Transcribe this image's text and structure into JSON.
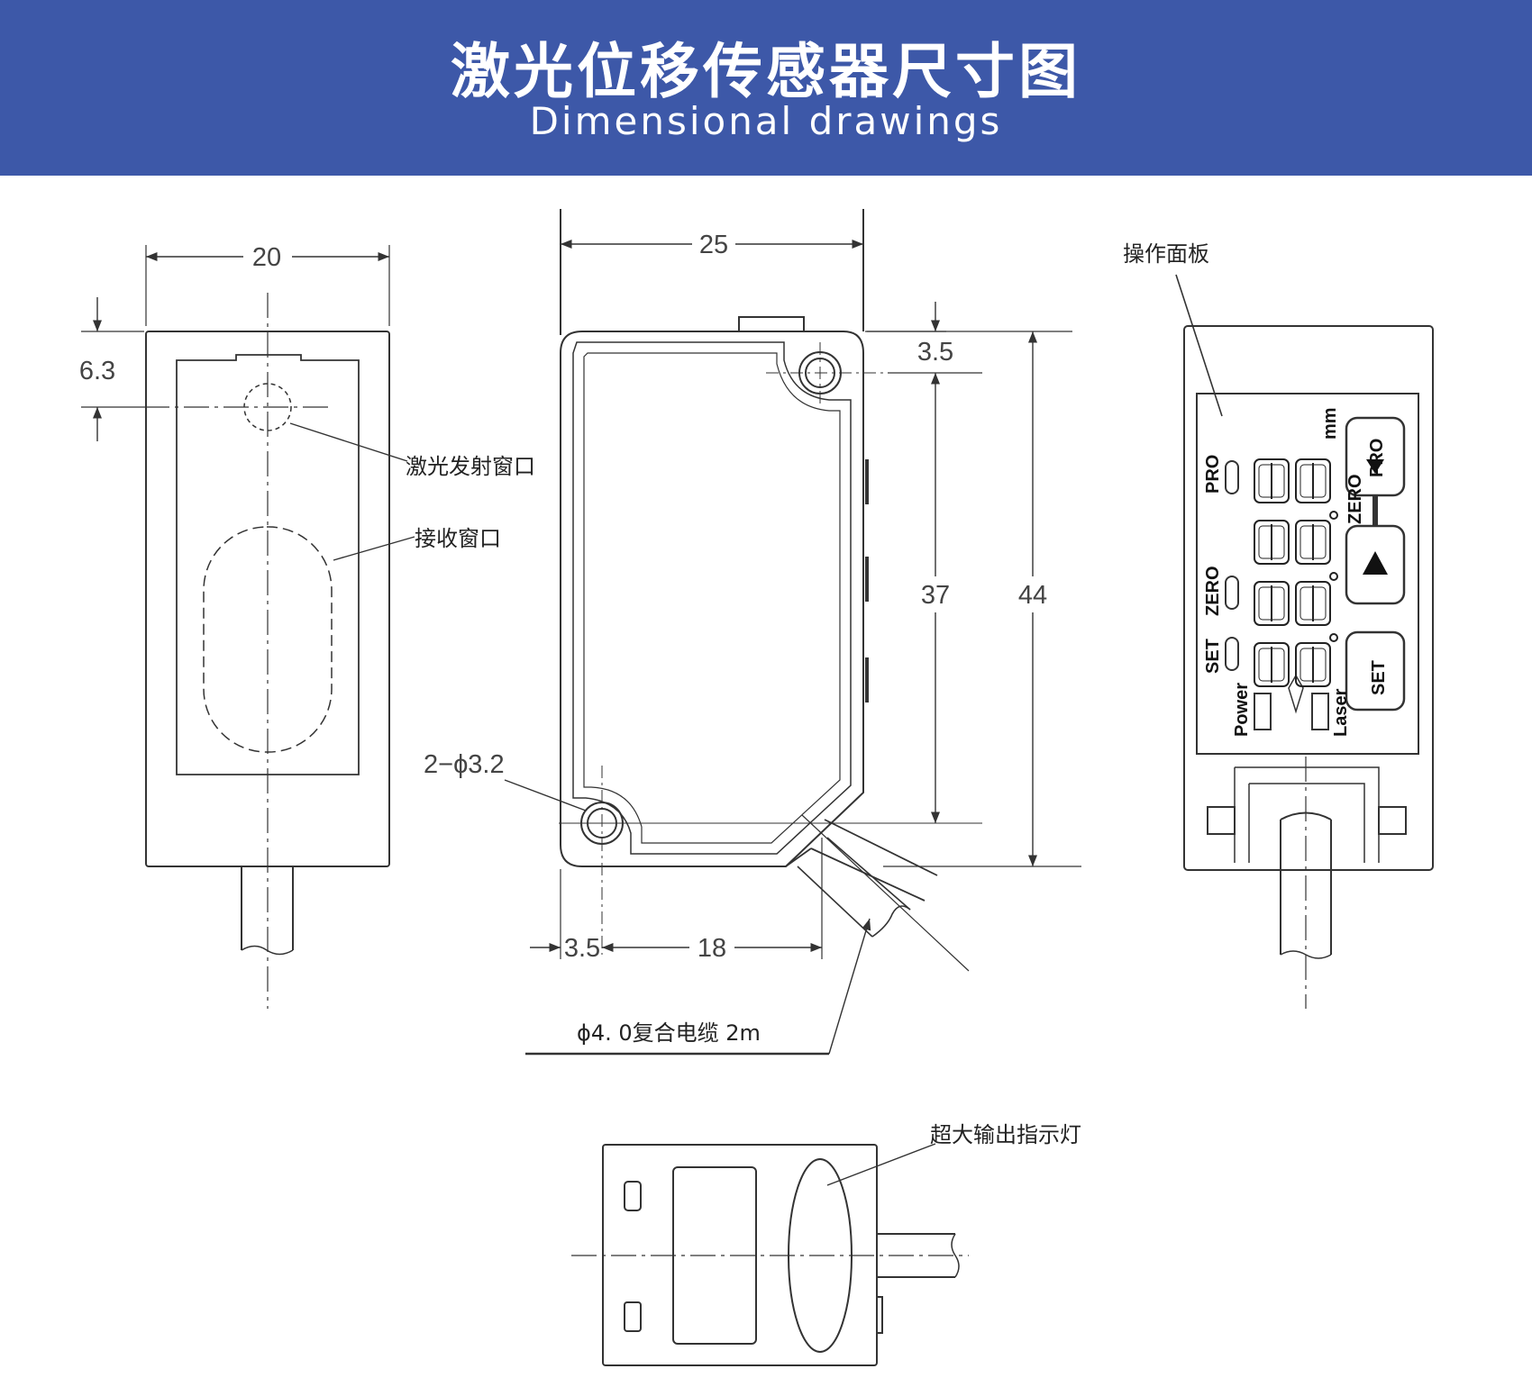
{
  "header": {
    "title": "激光位移传感器尺寸图",
    "subtitle": "Dimensional drawings"
  },
  "front_view": {
    "width_dim": "20",
    "offset_dim": "6.3",
    "laser_window_label": "激光发射窗口",
    "receive_window_label": "接收窗口"
  },
  "side_view": {
    "width_dim": "25",
    "top_offset_dim": "3.5",
    "hole_spacing_dim": "37",
    "height_dim": "44",
    "hole_label": "2−ϕ3.2",
    "bottom_offset_dim": "3.5",
    "bottom_spacing_dim": "18",
    "cable_label": "ϕ4. 0复合电缆  2m"
  },
  "panel_view": {
    "panel_label": "操作面板",
    "unit": "mm",
    "pro_label": "PRO",
    "zero_label": "ZERO",
    "set_label": "SET",
    "power_label": "Power",
    "laser_label": "Laser",
    "pro_button": "PRO",
    "zero_button": "ZERO",
    "set_button": "SET"
  },
  "top_view": {
    "indicator_label": "超大输出指示灯"
  },
  "colors": {
    "banner": "#3d58a8",
    "line": "#333333"
  }
}
